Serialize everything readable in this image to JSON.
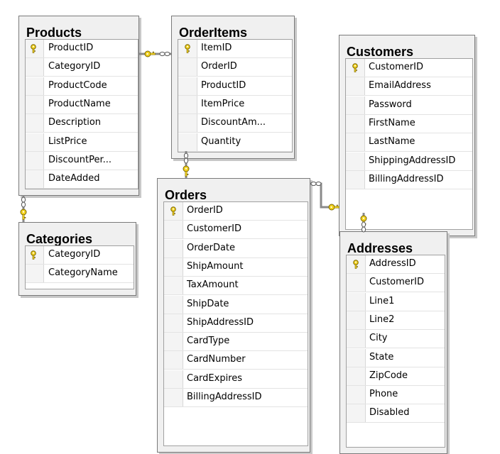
{
  "diagram": {
    "tables": [
      {
        "id": "products",
        "title": "Products",
        "columns": [
          {
            "name": "ProductID",
            "pk": true
          },
          {
            "name": "CategoryID"
          },
          {
            "name": "ProductCode"
          },
          {
            "name": "ProductName"
          },
          {
            "name": "Description"
          },
          {
            "name": "ListPrice"
          },
          {
            "name": "DiscountPer..."
          },
          {
            "name": "DateAdded"
          }
        ]
      },
      {
        "id": "orderitems",
        "title": "OrderItems",
        "columns": [
          {
            "name": "ItemID",
            "pk": true
          },
          {
            "name": "OrderID"
          },
          {
            "name": "ProductID"
          },
          {
            "name": "ItemPrice"
          },
          {
            "name": "DiscountAm..."
          },
          {
            "name": "Quantity"
          }
        ]
      },
      {
        "id": "customers",
        "title": "Customers",
        "columns": [
          {
            "name": "CustomerID",
            "pk": true
          },
          {
            "name": "EmailAddress"
          },
          {
            "name": "Password"
          },
          {
            "name": "FirstName"
          },
          {
            "name": "LastName"
          },
          {
            "name": "ShippingAddressID"
          },
          {
            "name": "BillingAddressID"
          }
        ]
      },
      {
        "id": "categories",
        "title": "Categories",
        "columns": [
          {
            "name": "CategoryID",
            "pk": true
          },
          {
            "name": "CategoryName"
          }
        ]
      },
      {
        "id": "orders",
        "title": "Orders",
        "columns": [
          {
            "name": "OrderID",
            "pk": true
          },
          {
            "name": "CustomerID"
          },
          {
            "name": "OrderDate"
          },
          {
            "name": "ShipAmount"
          },
          {
            "name": "TaxAmount"
          },
          {
            "name": "ShipDate"
          },
          {
            "name": "ShipAddressID"
          },
          {
            "name": "CardType"
          },
          {
            "name": "CardNumber"
          },
          {
            "name": "CardExpires"
          },
          {
            "name": "BillingAddressID"
          }
        ]
      },
      {
        "id": "addresses",
        "title": "Addresses",
        "columns": [
          {
            "name": "AddressID",
            "pk": true
          },
          {
            "name": "CustomerID"
          },
          {
            "name": "Line1"
          },
          {
            "name": "Line2"
          },
          {
            "name": "City"
          },
          {
            "name": "State"
          },
          {
            "name": "ZipCode"
          },
          {
            "name": "Phone"
          },
          {
            "name": "Disabled"
          }
        ]
      }
    ],
    "relationships": [
      {
        "one": "products",
        "many": "orderitems"
      },
      {
        "one": "orders",
        "many": "orderitems"
      },
      {
        "one": "customers",
        "many": "orders"
      },
      {
        "one": "categories",
        "many": "products"
      },
      {
        "one": "customers",
        "many": "addresses"
      }
    ],
    "colors": {
      "key": "#f2d21f",
      "key_outline": "#7a6500",
      "line": "#8a8a8a",
      "panel": "#f0f0f0",
      "border": "#7a7a7a"
    },
    "icons": {
      "primary_key": "key-icon",
      "relationship_one": "key-icon",
      "relationship_many": "infinity-icon"
    }
  }
}
